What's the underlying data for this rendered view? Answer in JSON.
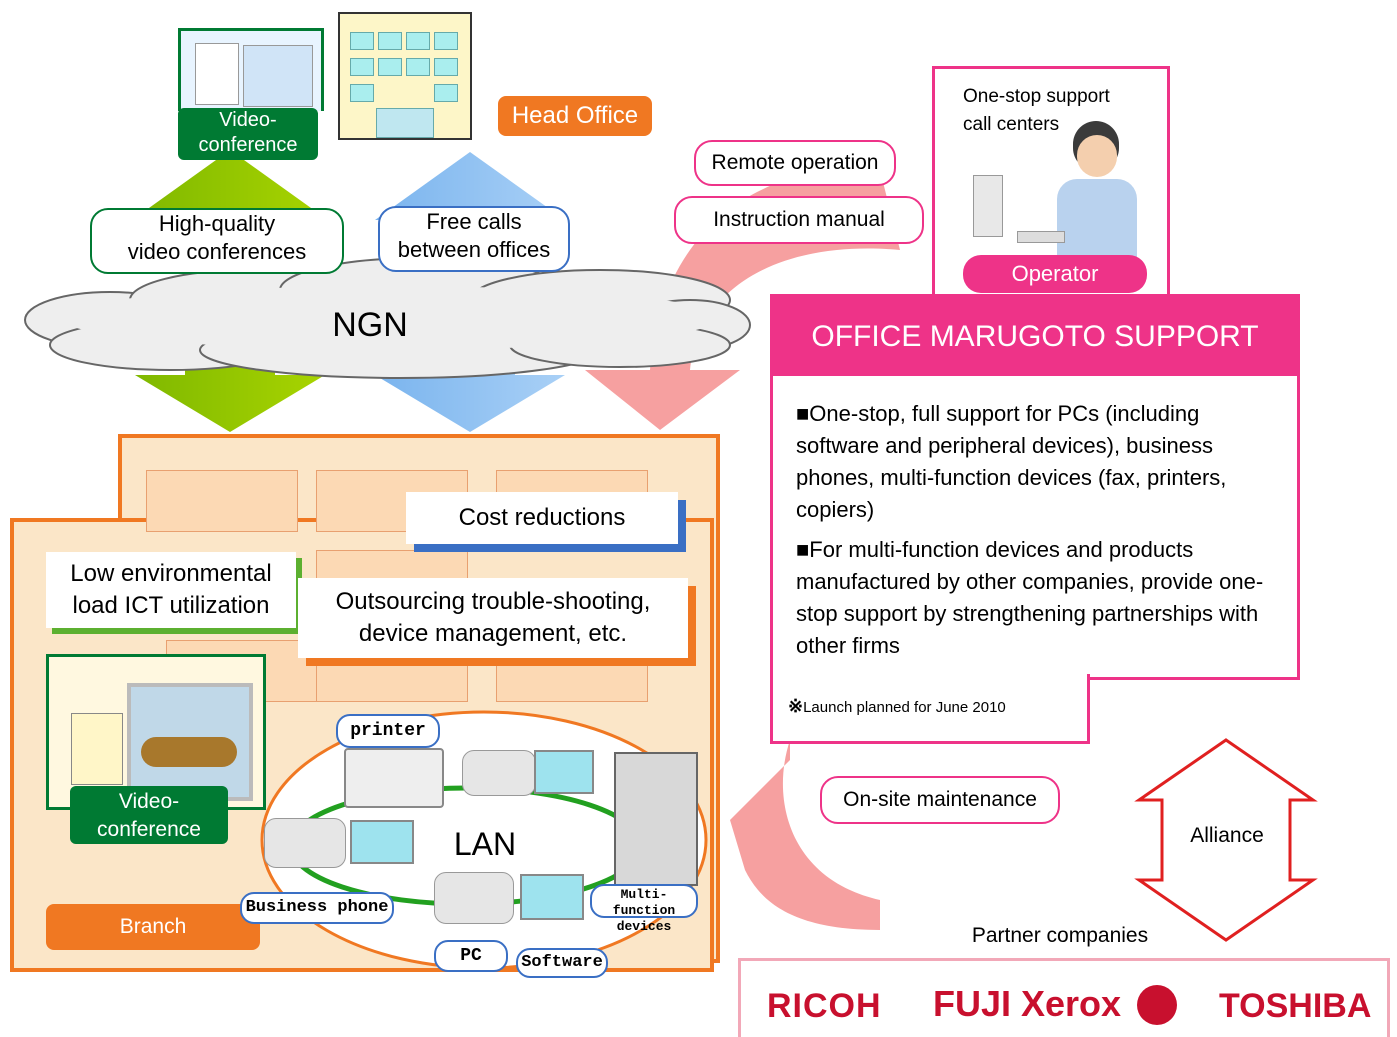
{
  "top": {
    "video_tag": "Video-\nconference",
    "head_office": "Head Office"
  },
  "arrows": {
    "left_label": "High-quality\nvideo conferences",
    "right_label": "Free calls\nbetween offices"
  },
  "cloud": {
    "label": "NGN"
  },
  "support_links": {
    "remote": "Remote operation",
    "manual": "Instruction manual",
    "onsite": "On-site maintenance"
  },
  "call_center": {
    "title": "One-stop support\ncall centers",
    "operator": "Operator"
  },
  "service": {
    "title": "OFFICE MARUGOTO SUPPORT",
    "bullets": [
      "■One-stop, full support for PCs (including software and peripheral devices), business phones, multi-function devices (fax, printers, copiers)",
      "■For multi-function devices and products manufactured by other companies, provide one-stop support by strengthening partnerships with other firms"
    ],
    "note_mark": "※",
    "note": "Launch planned for June 2010"
  },
  "branch": {
    "cost": "Cost reductions",
    "low_env": "Low environmental\nload ICT utilization",
    "outsourcing": "Outsourcing trouble-shooting,\ndevice management, etc.",
    "video_tag": "Video-\nconference",
    "branch_tag": "Branch",
    "lan": "LAN",
    "printer": "printer",
    "business_phone": "Business phone",
    "pc": "PC",
    "software": "Software",
    "mfd": "Multi-function\ndevices"
  },
  "alliance": {
    "label": "Alliance",
    "partners_title": "Partner companies",
    "logos": [
      "RICOH",
      "FUJI Xerox",
      "TOSHIBA"
    ]
  },
  "colors": {
    "green": "#007a33",
    "orange": "#f07822",
    "pink": "#ee3388",
    "red": "#e02020"
  }
}
